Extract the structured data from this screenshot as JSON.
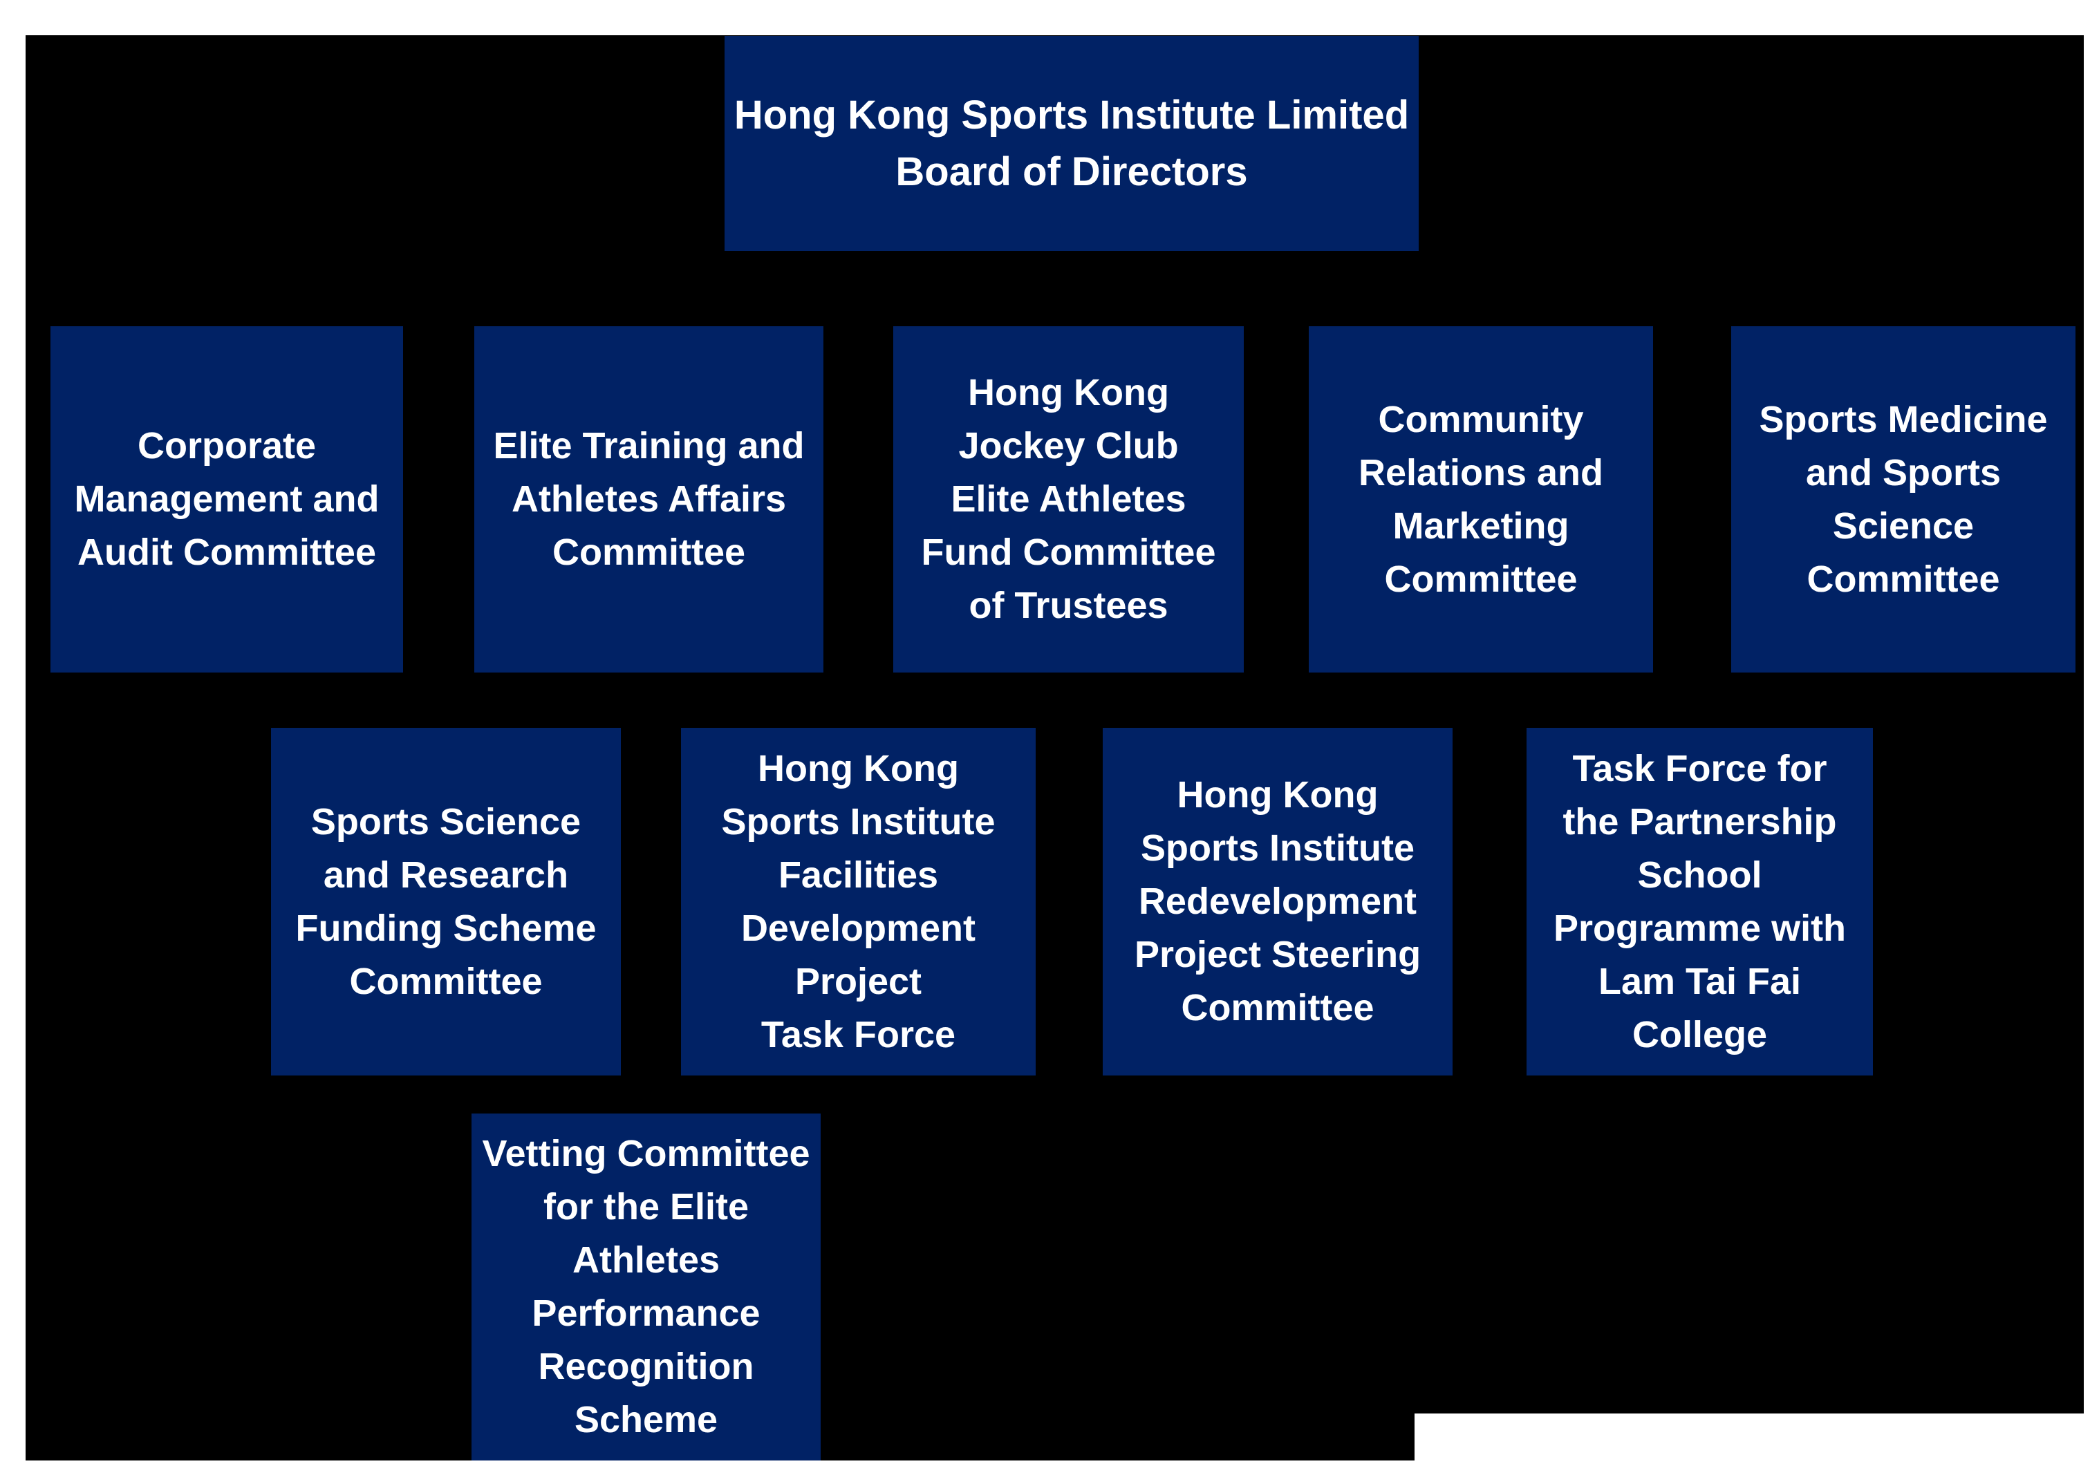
{
  "colors": {
    "page_background": "#ffffff",
    "canvas_background": "#000000",
    "node_fill": "#012265",
    "node_text": "#ffffff"
  },
  "org_chart": {
    "title": "Hong Kong Sports Institute Limited organisation chart",
    "root": {
      "label": "Hong Kong Sports Institute Limited\nBoard of Directors"
    },
    "row2": [
      {
        "label": "Corporate\nManagement and\nAudit Committee"
      },
      {
        "label": "Elite Training and\nAthletes Affairs\nCommittee"
      },
      {
        "label": "Hong Kong\nJockey Club\nElite Athletes\nFund Committee\nof Trustees"
      },
      {
        "label": "Community\nRelations and\nMarketing\nCommittee"
      },
      {
        "label": "Sports Medicine\nand Sports\nScience\nCommittee"
      }
    ],
    "row3": [
      {
        "label": "Sports Science\nand Research\nFunding Scheme\nCommittee"
      },
      {
        "label": "Hong Kong\nSports Institute\nFacilities\nDevelopment\nProject\nTask Force"
      },
      {
        "label": "Hong Kong\nSports Institute\nRedevelopment\nProject Steering\nCommittee"
      },
      {
        "label": "Task Force for\nthe Partnership\nSchool\nProgramme with\nLam Tai Fai\nCollege"
      }
    ],
    "row4": [
      {
        "label": "Vetting Committee\nfor the Elite\nAthletes\nPerformance\nRecognition\nScheme"
      }
    ]
  }
}
